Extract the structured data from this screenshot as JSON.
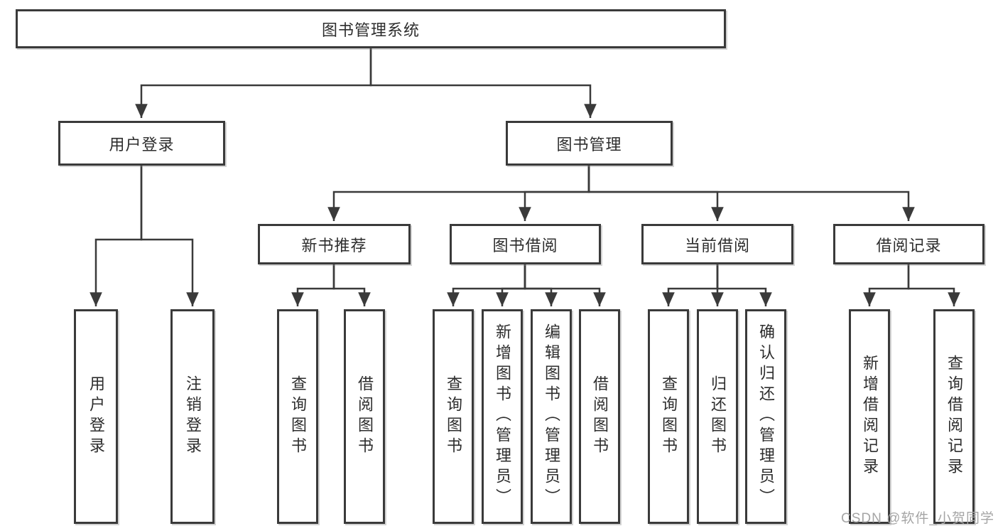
{
  "diagram": {
    "type": "functional-structure-tree",
    "tree": {
      "label": "图书管理系统",
      "children": [
        {
          "label": "用户登录",
          "children": [
            {
              "label": "用户登录"
            },
            {
              "label": "注销登录"
            }
          ]
        },
        {
          "label": "图书管理",
          "children": [
            {
              "label": "新书推荐",
              "children": [
                {
                  "label": "查询图书"
                },
                {
                  "label": "借阅图书"
                }
              ]
            },
            {
              "label": "图书借阅",
              "children": [
                {
                  "label": "查询图书"
                },
                {
                  "label": "新增图书（管理员）"
                },
                {
                  "label": "编辑图书（管理员）"
                },
                {
                  "label": "借阅图书"
                }
              ]
            },
            {
              "label": "当前借阅",
              "children": [
                {
                  "label": "查询图书"
                },
                {
                  "label": "归还图书"
                },
                {
                  "label": "确认归还（管理员）"
                }
              ]
            },
            {
              "label": "借阅记录",
              "children": [
                {
                  "label": "新增借阅记录"
                },
                {
                  "label": "查询借阅记录"
                }
              ]
            }
          ]
        }
      ]
    },
    "colors": {
      "stroke": "#3a3a3a",
      "text": "#2d2d2d",
      "background": "#ffffff",
      "watermark_text_color": "#a5a5a5"
    },
    "watermark": "CSDN @软件_小贺同学"
  }
}
